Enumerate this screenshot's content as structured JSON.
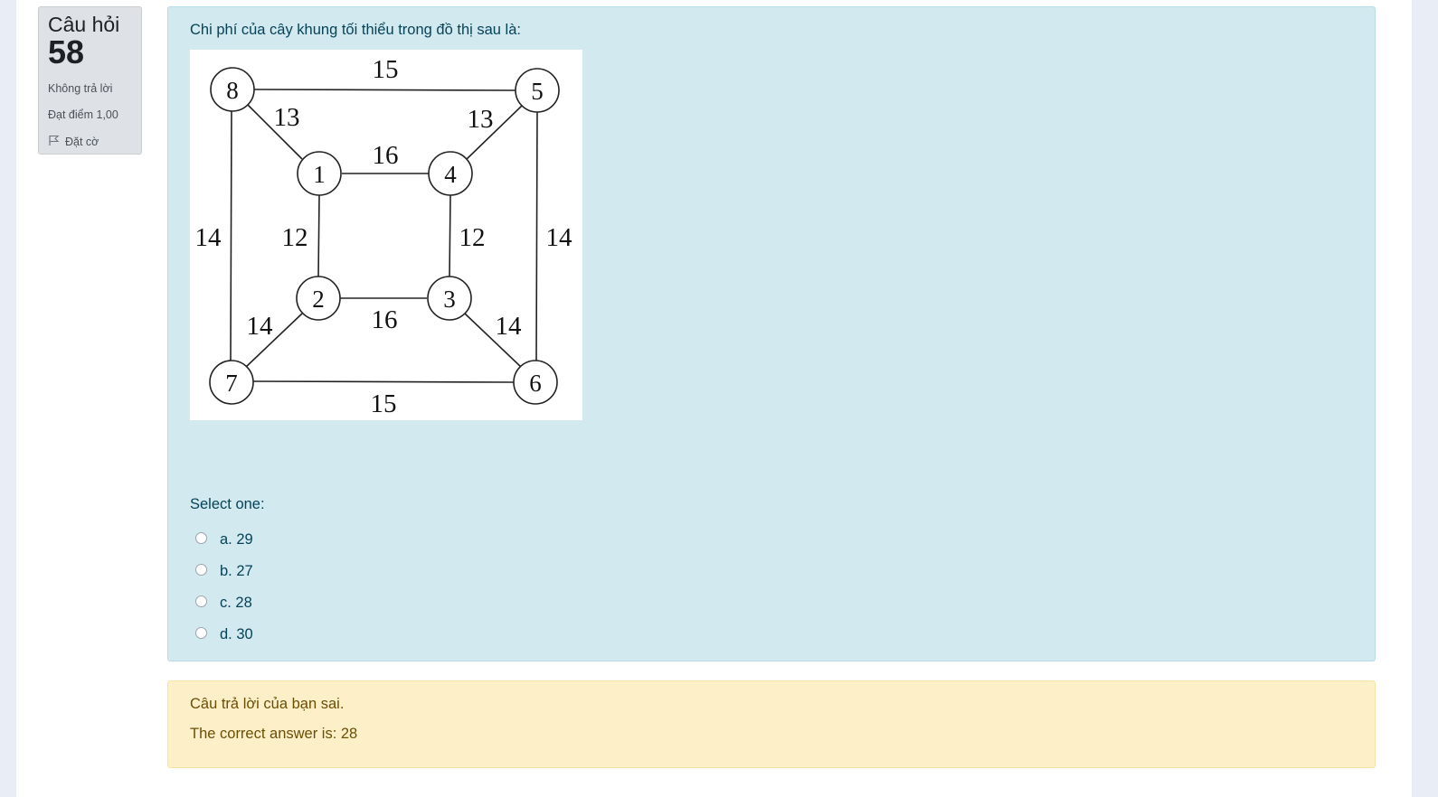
{
  "info": {
    "question_label": "Câu hỏi",
    "question_number": "58",
    "state": "Không trả lời",
    "grade": "Đạt điểm 1,00",
    "flag_label": "Đặt cờ"
  },
  "question": {
    "text": "Chi phí của cây khung tối thiểu trong đồ thị sau là:",
    "graph": {
      "nodes": [
        "8",
        "5",
        "1",
        "4",
        "2",
        "3",
        "7",
        "6"
      ],
      "edges": [
        {
          "from": "8",
          "to": "5",
          "weight": "15"
        },
        {
          "from": "8",
          "to": "1",
          "weight": "13"
        },
        {
          "from": "5",
          "to": "4",
          "weight": "13"
        },
        {
          "from": "1",
          "to": "4",
          "weight": "16"
        },
        {
          "from": "8",
          "to": "7",
          "weight": "14"
        },
        {
          "from": "1",
          "to": "2",
          "weight": "12"
        },
        {
          "from": "4",
          "to": "3",
          "weight": "12"
        },
        {
          "from": "5",
          "to": "6",
          "weight": "14"
        },
        {
          "from": "2",
          "to": "3",
          "weight": "16"
        },
        {
          "from": "2",
          "to": "7",
          "weight": "14"
        },
        {
          "from": "3",
          "to": "6",
          "weight": "14"
        },
        {
          "from": "7",
          "to": "6",
          "weight": "15"
        }
      ]
    },
    "prompt": "Select one:",
    "options": [
      {
        "label": "a. 29"
      },
      {
        "label": "b. 27"
      },
      {
        "label": "c. 28"
      },
      {
        "label": "d. 30"
      }
    ]
  },
  "feedback": {
    "result": "Câu trả lời của bạn sai.",
    "correct_answer": "The correct answer is: 28"
  }
}
